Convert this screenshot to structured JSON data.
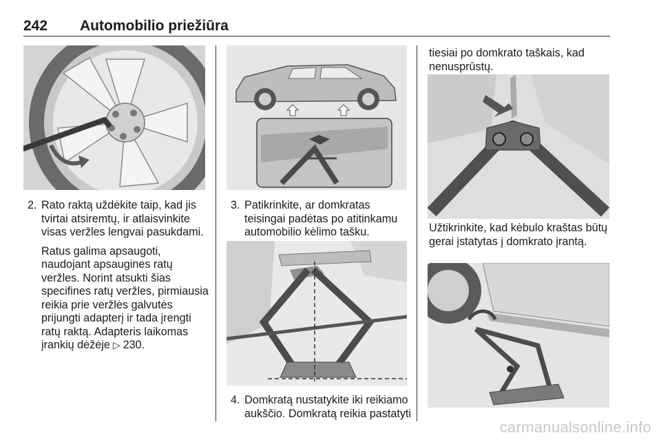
{
  "header": {
    "page_number": "242",
    "title": "Automobilio priežiūra"
  },
  "col1": {
    "step2_num": "2.",
    "step2_text": "Rato raktą uždėkite taip, kad jis tvirtai atsiremtų, ir atlaisvinkite visas veržles lengvai pasukdami.",
    "note_text": "Ratus galima apsaugoti, naudojant apsaugines ratų veržles. Norint atsukti šias specifines ratų veržles, pirmiausia reikia prie veržlės galvutės prijungti adapterį ir tada įrengti ratų raktą. Adapteris laikomas įrankių dėžėje",
    "note_ref_icon": "page-reference-arrow",
    "note_ref_page": "230."
  },
  "col2": {
    "step3_num": "3.",
    "step3_text": "Patikrinkite, ar domkratas teisingai padėtas po atitinkamu automobilio kėlimo tašku.",
    "step4_num": "4.",
    "step4_text": "Domkratą nustatykite iki reikiamo aukščio. Domkratą reikia pastatyti"
  },
  "col3": {
    "cont_text": "tiesiai po domkrato taškais, kad nenusprūstų.",
    "caption_text": "Užtikrinkite, kad kėbulo kraštas būtų gerai įstatytas į domkrato įrantą."
  },
  "watermark": "carmanualsonline.info"
}
